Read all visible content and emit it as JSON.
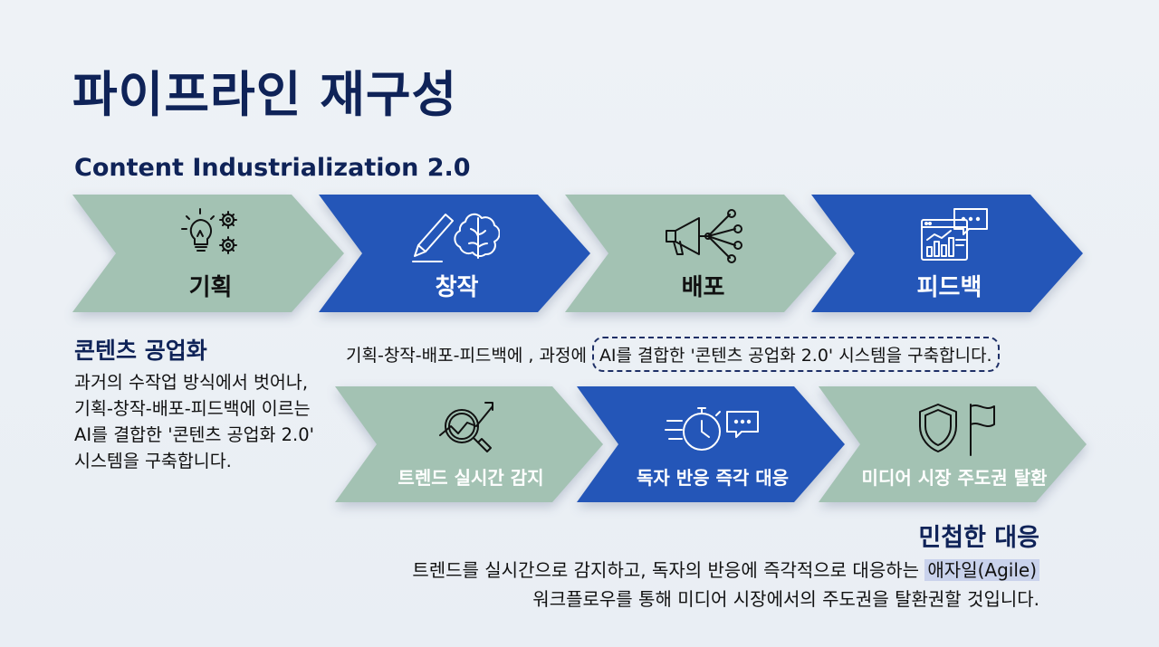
{
  "title": "파이프라인 재구성",
  "subtitle": "Content Industrialization 2.0",
  "colors": {
    "green": "#a3c2b3",
    "blue": "#2456b8",
    "navy": "#0f2358",
    "highlight": "#c9d2ec"
  },
  "stages": [
    {
      "label": "기획",
      "icon": "lightbulb-gears-icon",
      "color": "green"
    },
    {
      "label": "창작",
      "icon": "pencil-brain-icon",
      "color": "blue"
    },
    {
      "label": "배포",
      "icon": "megaphone-network-icon",
      "color": "green"
    },
    {
      "label": "피드백",
      "icon": "dashboard-chat-icon",
      "color": "blue"
    }
  ],
  "left": {
    "heading": "콘텐츠 공업화",
    "lines": [
      "과거의 수작업 방식에서 벗어나,",
      "기획-창작-배포-피드백에 이르는",
      "AI를 결합한 '콘텐츠 공업화 2.0'",
      "시스템을 구축합니다."
    ]
  },
  "middle": {
    "prefix": "기획-창작-배포-피드백에 , 과정에",
    "boxed": "AI를 결합한 '콘텐츠 공업화 2.0' 시스템을 구축합니다."
  },
  "agile_stages": [
    {
      "label": "트렌드 실시간 감지",
      "icon": "magnifier-trend-icon",
      "color": "green"
    },
    {
      "label": "독자 반응 즉각 대응",
      "icon": "stopwatch-chat-icon",
      "color": "blue"
    },
    {
      "label": "미디어 시장 주도권 탈환",
      "icon": "shield-flag-icon",
      "color": "green"
    }
  ],
  "right": {
    "heading": "민첩한 대응",
    "line1_prefix": "트렌드를 실시간으로 감지하고, 독자의 반응에 즉각적으로 대응하는 ",
    "line1_highlight": "애자일(Agile)",
    "line2": "워크플로우를 통해 미디어 시장에서의 주도권을 탈환권할 것입니다."
  }
}
